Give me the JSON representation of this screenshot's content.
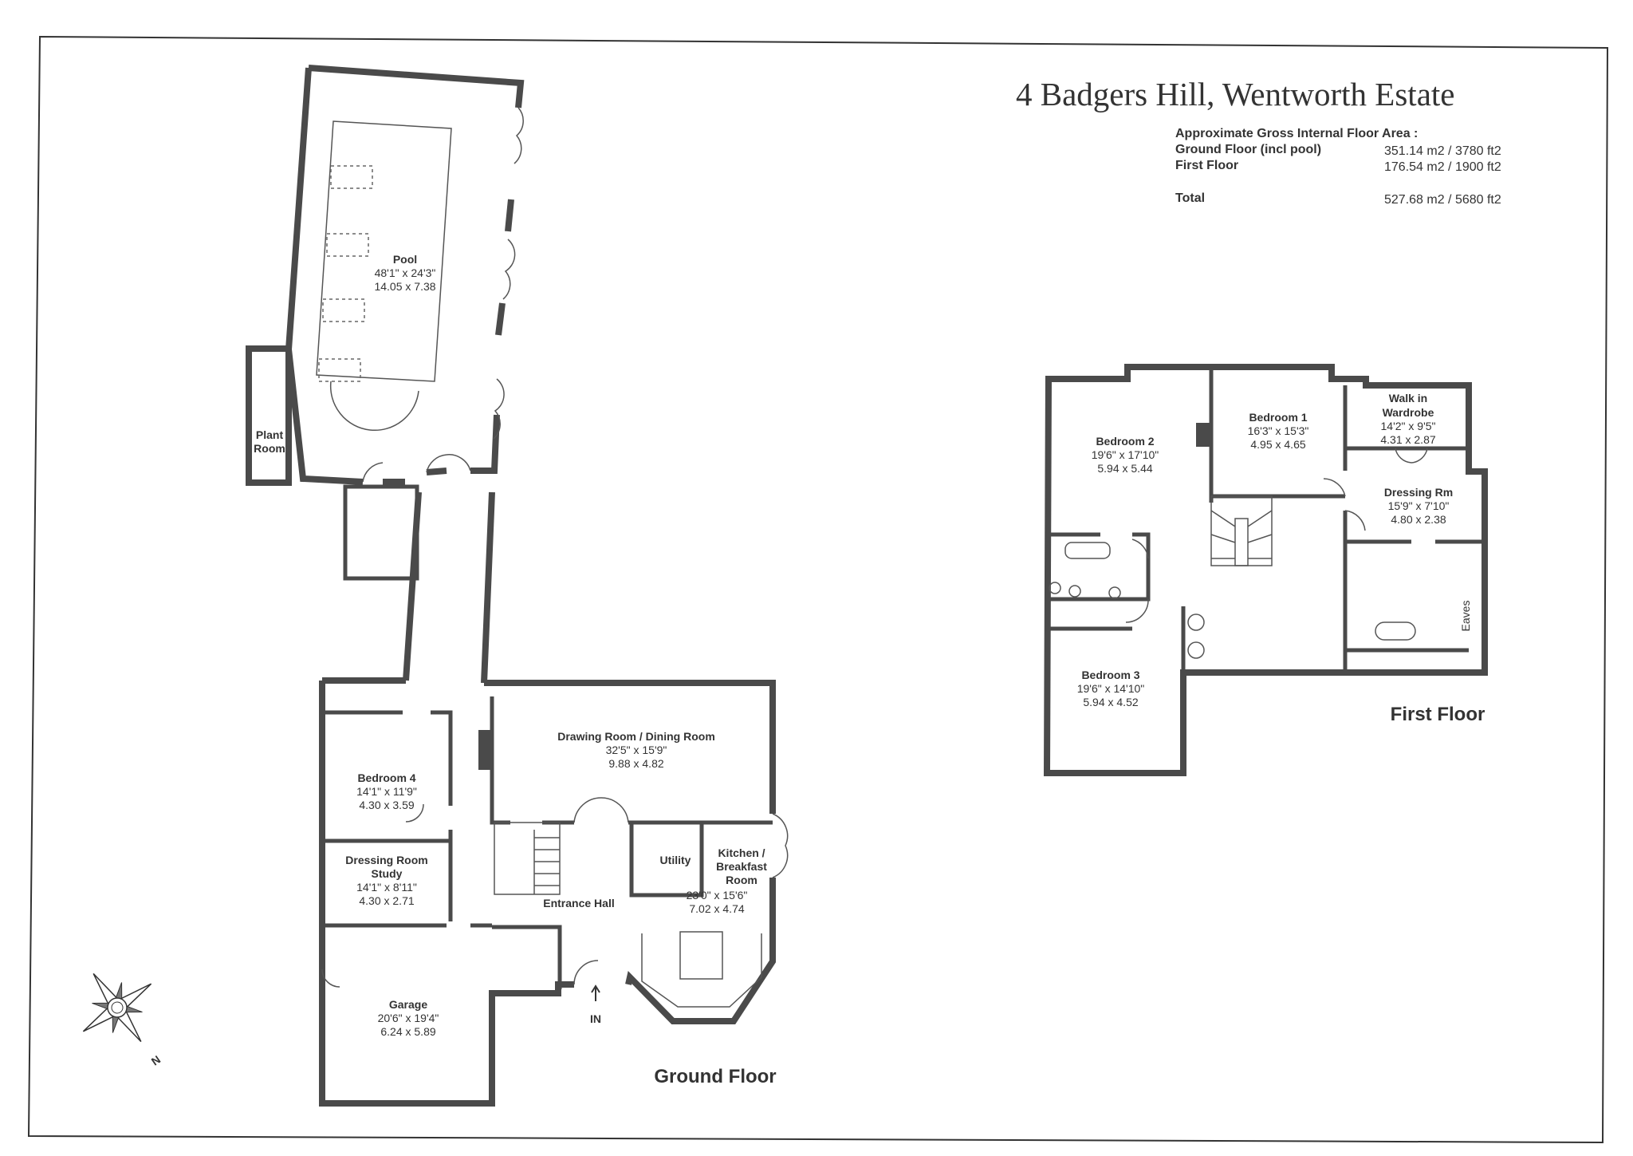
{
  "title": "4 Badgers Hill, Wentworth Estate",
  "area": {
    "heading": "Approximate Gross Internal Floor Area :",
    "rows": [
      {
        "label": "Ground Floor (incl pool)",
        "value": "351.14 m2 / 3780 ft2"
      },
      {
        "label": "First Floor",
        "value": "176.54 m2 / 1900 ft2"
      },
      {
        "label": "Total",
        "value": "527.68 m2 / 5680 ft2"
      }
    ]
  },
  "ground_floor": {
    "label": "Ground Floor",
    "entrance": "IN",
    "compass_north": "N",
    "rooms": {
      "pool": {
        "name": "Pool",
        "imperial": "48'1\" x 24'3\"",
        "metric": "14.05 x 7.38"
      },
      "plant": {
        "name": "Plant",
        "name2": "Room"
      },
      "drawing": {
        "name": "Drawing Room / Dining Room",
        "imperial": "32'5\" x 15'9\"",
        "metric": "9.88 x 4.82"
      },
      "bedroom4": {
        "name": "Bedroom 4",
        "imperial": "14'1\" x 11'9\"",
        "metric": "4.30 x 3.59"
      },
      "dressing": {
        "name": "Dressing Room",
        "name2": "Study",
        "imperial": "14'1\" x 8'11\"",
        "metric": "4.30 x 2.71"
      },
      "garage": {
        "name": "Garage",
        "imperial": "20'6\" x 19'4\"",
        "metric": "6.24 x 5.89"
      },
      "hall": {
        "name": "Entrance Hall"
      },
      "utility": {
        "name": "Utility"
      },
      "kitchen": {
        "name": "Kitchen /",
        "name2": "Breakfast",
        "name3": "Room",
        "imperial": "23'0\" x 15'6\"",
        "metric": "7.02 x 4.74"
      }
    }
  },
  "first_floor": {
    "label": "First Floor",
    "rooms": {
      "bedroom2": {
        "name": "Bedroom 2",
        "imperial": "19'6\" x 17'10\"",
        "metric": "5.94 x 5.44"
      },
      "bedroom1": {
        "name": "Bedroom 1",
        "imperial": "16'3\" x 15'3\"",
        "metric": "4.95 x 4.65"
      },
      "wardrobe": {
        "name": "Walk in",
        "name2": "Wardrobe",
        "imperial": "14'2\" x 9'5\"",
        "metric": "4.31 x 2.87"
      },
      "dressing": {
        "name": "Dressing Rm",
        "imperial": "15'9\" x 7'10\"",
        "metric": "4.80 x 2.38"
      },
      "bedroom3": {
        "name": "Bedroom 3",
        "imperial": "19'6\" x 14'10\"",
        "metric": "5.94 x 4.52"
      },
      "eaves": {
        "name": "Eaves"
      }
    }
  }
}
